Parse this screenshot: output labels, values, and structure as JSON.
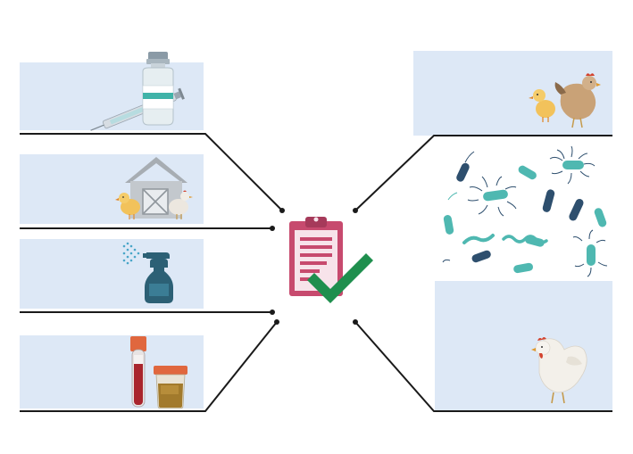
{
  "diagram": {
    "center": {
      "icon": "clipboard-checkmark-icon"
    },
    "left_items": [
      {
        "name": "vaccination",
        "icon": "vaccine-vial-syringe-icon"
      },
      {
        "name": "housing-isolation",
        "icon": "poultry-house-restricted-icon"
      },
      {
        "name": "disinfection",
        "icon": "spray-bottle-icon"
      },
      {
        "name": "sampling",
        "icon": "blood-tube-sample-container-icon"
      }
    ],
    "right_items": [
      {
        "name": "poultry",
        "icon": "chick-and-hen-icon"
      },
      {
        "name": "microorganisms",
        "icon": "bacteria-cluster-icon"
      },
      {
        "name": "bird",
        "icon": "white-chicken-icon"
      }
    ]
  },
  "colors": {
    "panel": "#dde8f6",
    "line": "#1a1a1a",
    "clipboard": "#c74a6e",
    "check": "#1f8f4e",
    "bacteria_teal": "#4fb8b1",
    "bacteria_navy": "#2e4f6e"
  }
}
